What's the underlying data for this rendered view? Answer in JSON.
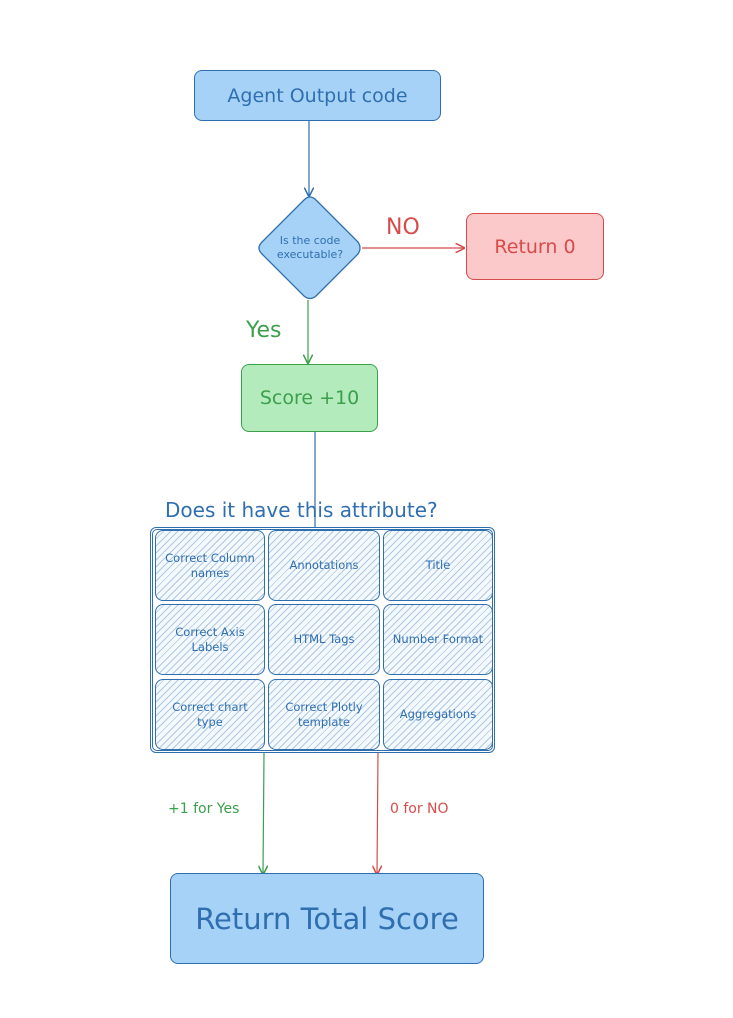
{
  "nodes": {
    "agent_output": "Agent Output code",
    "decision": "Is the code executable?",
    "return_zero": "Return 0",
    "score": "Score +10",
    "return_total": "Return Total Score"
  },
  "edge_labels": {
    "no": "NO",
    "yes": "Yes",
    "plus_one": "+1 for Yes",
    "zero_for_no": "0 for NO"
  },
  "attribute_section": {
    "heading": "Does it have this attribute?",
    "attributes": [
      "Correct Column names",
      "Annotations",
      "Title",
      "Correct Axis Labels",
      "HTML Tags",
      "Number Format",
      "Correct chart type",
      "Correct Plotly template",
      "Aggregations"
    ]
  },
  "colors": {
    "blue_fill": "#a7d2f7",
    "blue_stroke": "#2f6fb0",
    "red_fill": "#fbc9c9",
    "red_stroke": "#d74b4b",
    "green_fill": "#b4ebbd",
    "green_stroke": "#3c9f4c"
  }
}
